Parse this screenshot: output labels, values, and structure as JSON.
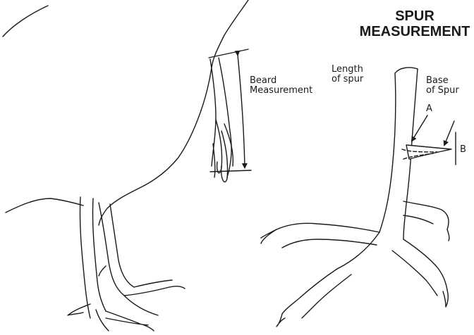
{
  "title": {
    "line1": "SPUR",
    "line2": "MEASUREMENT"
  },
  "labels": {
    "beard_line1": "Beard",
    "beard_line2": "Measurement",
    "length_line1": "Length",
    "length_line2": "of spur",
    "base_line1": "Base",
    "base_line2": "of Spur",
    "point_a": "A",
    "point_b": "B"
  },
  "colors": {
    "ink": "#1a1a1a",
    "background": "#ffffff"
  }
}
